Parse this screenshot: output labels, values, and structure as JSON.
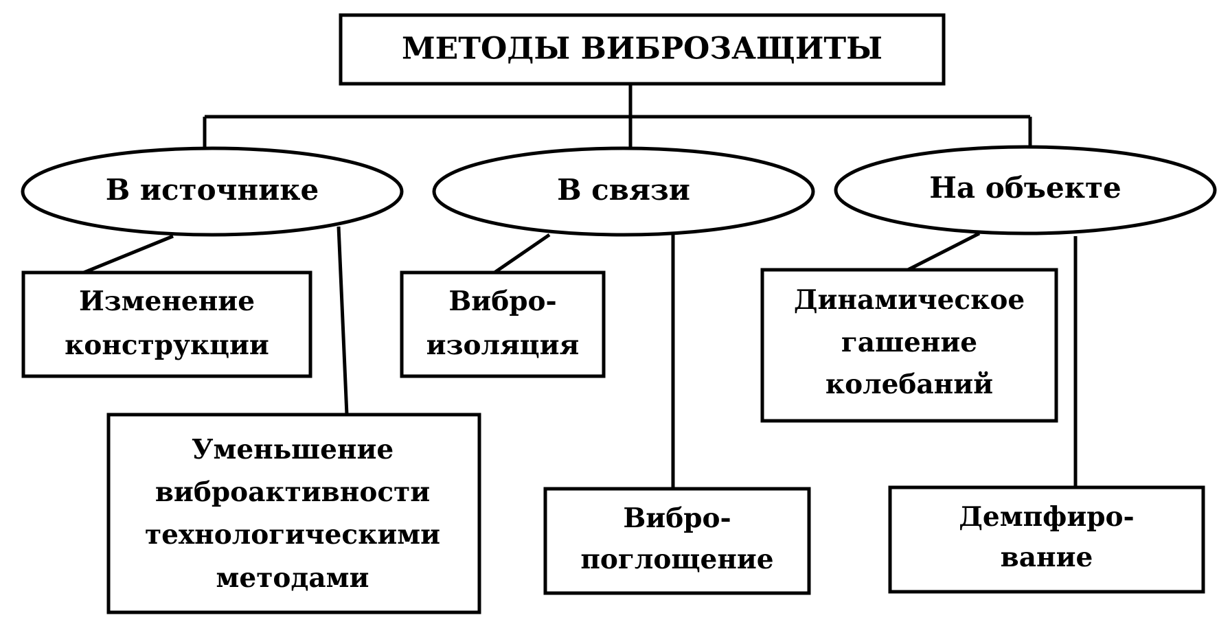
{
  "root": {
    "label": "МЕТОДЫ ВИБРОЗАЩИТЫ"
  },
  "categories": [
    {
      "label": "В источнике",
      "methods": [
        {
          "lines": [
            "Изменение",
            "конструкции"
          ]
        },
        {
          "lines": [
            "Уменьшение",
            "виброактивности",
            "технологическими",
            "методами"
          ]
        }
      ]
    },
    {
      "label": "В связи",
      "methods": [
        {
          "lines": [
            "Вибро-",
            "изоляция"
          ]
        },
        {
          "lines": [
            "Вибро-",
            "поглощение"
          ]
        }
      ]
    },
    {
      "label": "На объекте",
      "methods": [
        {
          "lines": [
            "Динамическое",
            "гашение",
            "колебаний"
          ]
        },
        {
          "lines": [
            "Демпфиро-",
            "вание"
          ]
        }
      ]
    }
  ]
}
